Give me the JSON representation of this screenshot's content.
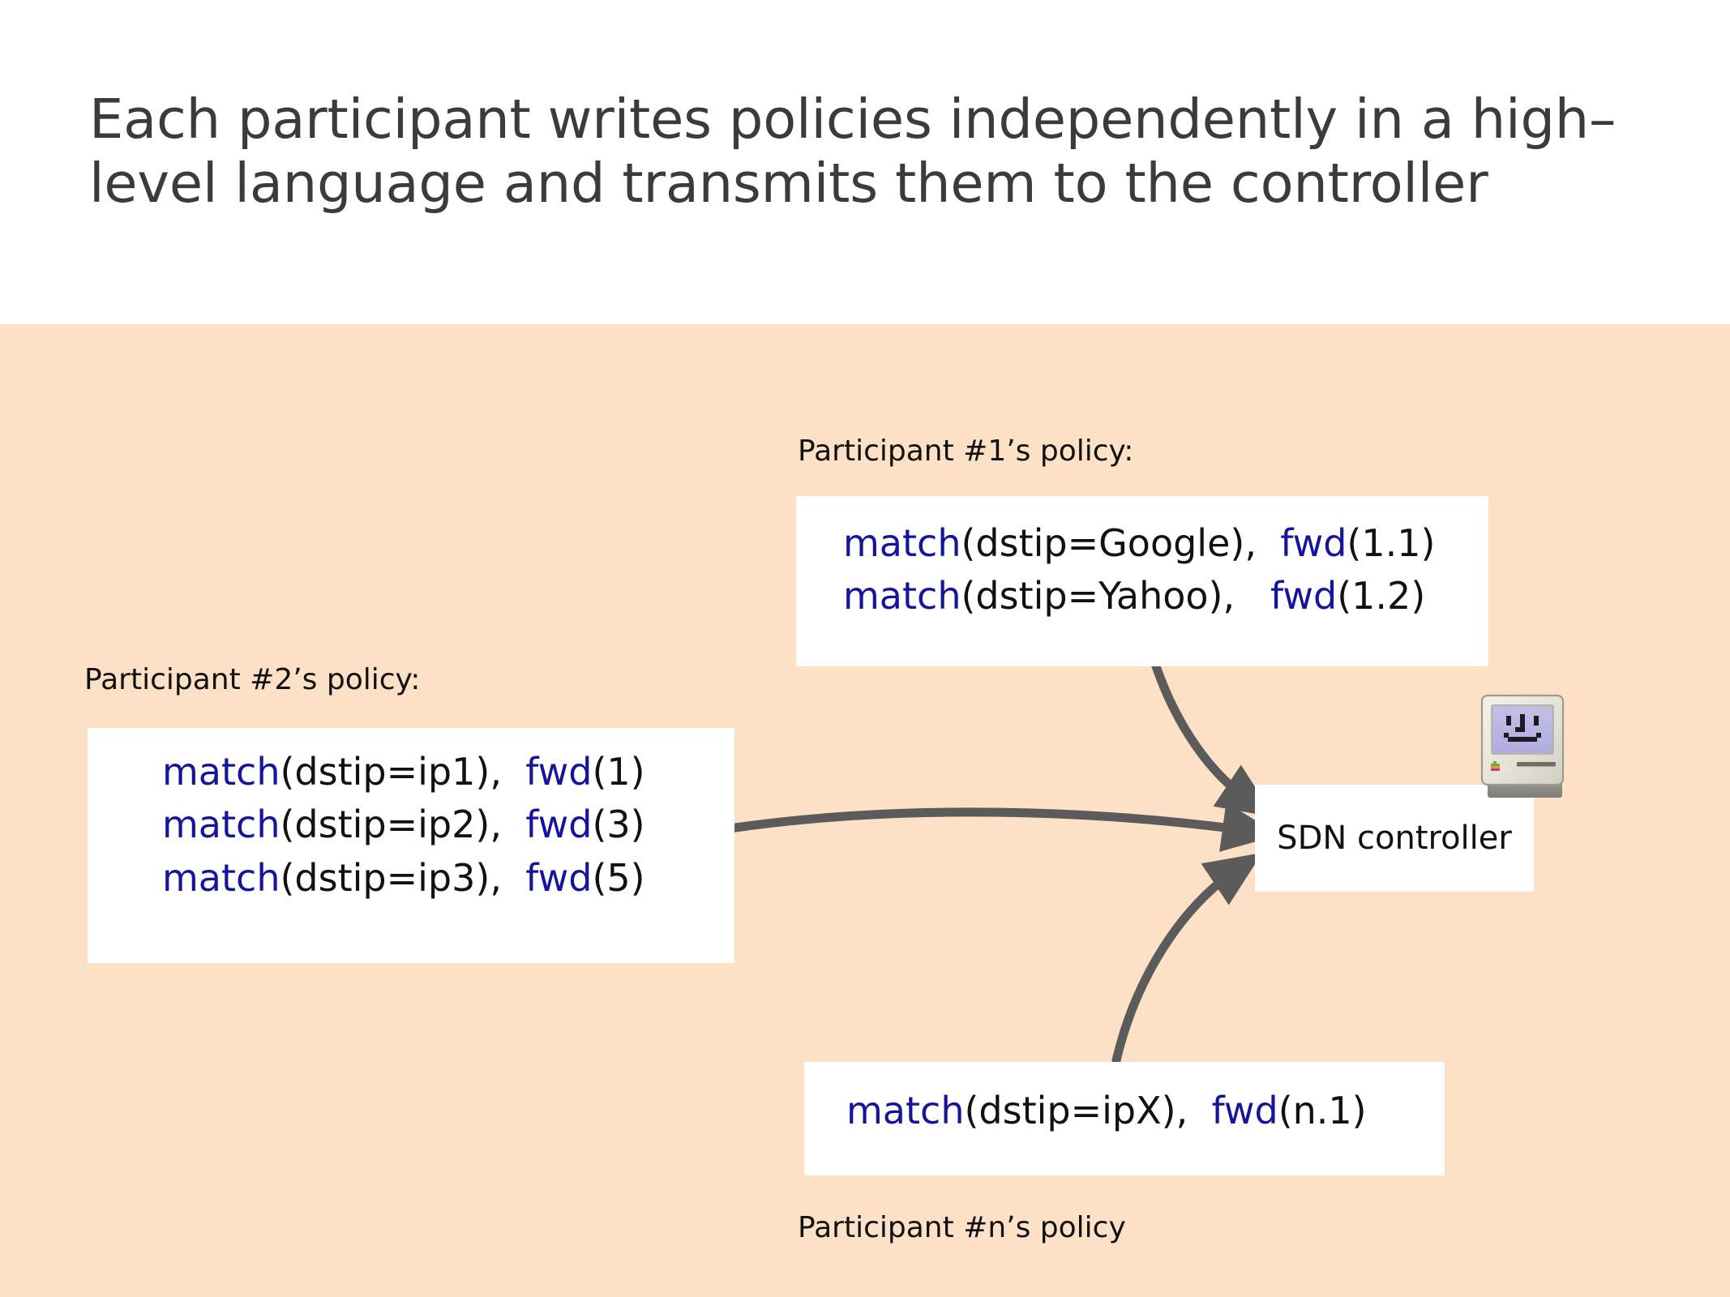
{
  "slide": {
    "title": "Each participant writes policies independently in a high–\nlevel language and transmits them to the controller",
    "background_top": "#ffffff",
    "background_body": "#fce1c6",
    "title_color": "#3b3b3b",
    "keyword_color": "#14149c",
    "arrow_color": "#5b5b5b"
  },
  "participant1": {
    "caption": "Participant #1’s policy:",
    "lines": [
      {
        "match_kw": "match",
        "match_args": "(dstip=Google),",
        "fwd_kw": "fwd",
        "fwd_args": "(1.1)"
      },
      {
        "match_kw": "match",
        "match_args": "(dstip=Yahoo),",
        "fwd_kw": "fwd",
        "fwd_args": "(1.2)"
      }
    ]
  },
  "participant2": {
    "caption": "Participant #2’s policy:",
    "lines": [
      {
        "match_kw": "match",
        "match_args": "(dstip=ip1),",
        "fwd_kw": "fwd",
        "fwd_args": "(1)"
      },
      {
        "match_kw": "match",
        "match_args": "(dstip=ip2),",
        "fwd_kw": "fwd",
        "fwd_args": "(3)"
      },
      {
        "match_kw": "match",
        "match_args": "(dstip=ip3),",
        "fwd_kw": "fwd",
        "fwd_args": "(5)"
      }
    ]
  },
  "participantN": {
    "caption": "Participant #n’s policy",
    "lines": [
      {
        "match_kw": "match",
        "match_args": "(dstip=ipX),",
        "fwd_kw": "fwd",
        "fwd_args": "(n.1)"
      }
    ]
  },
  "controller": {
    "label": "SDN controller",
    "icon": "happy-mac-icon"
  }
}
